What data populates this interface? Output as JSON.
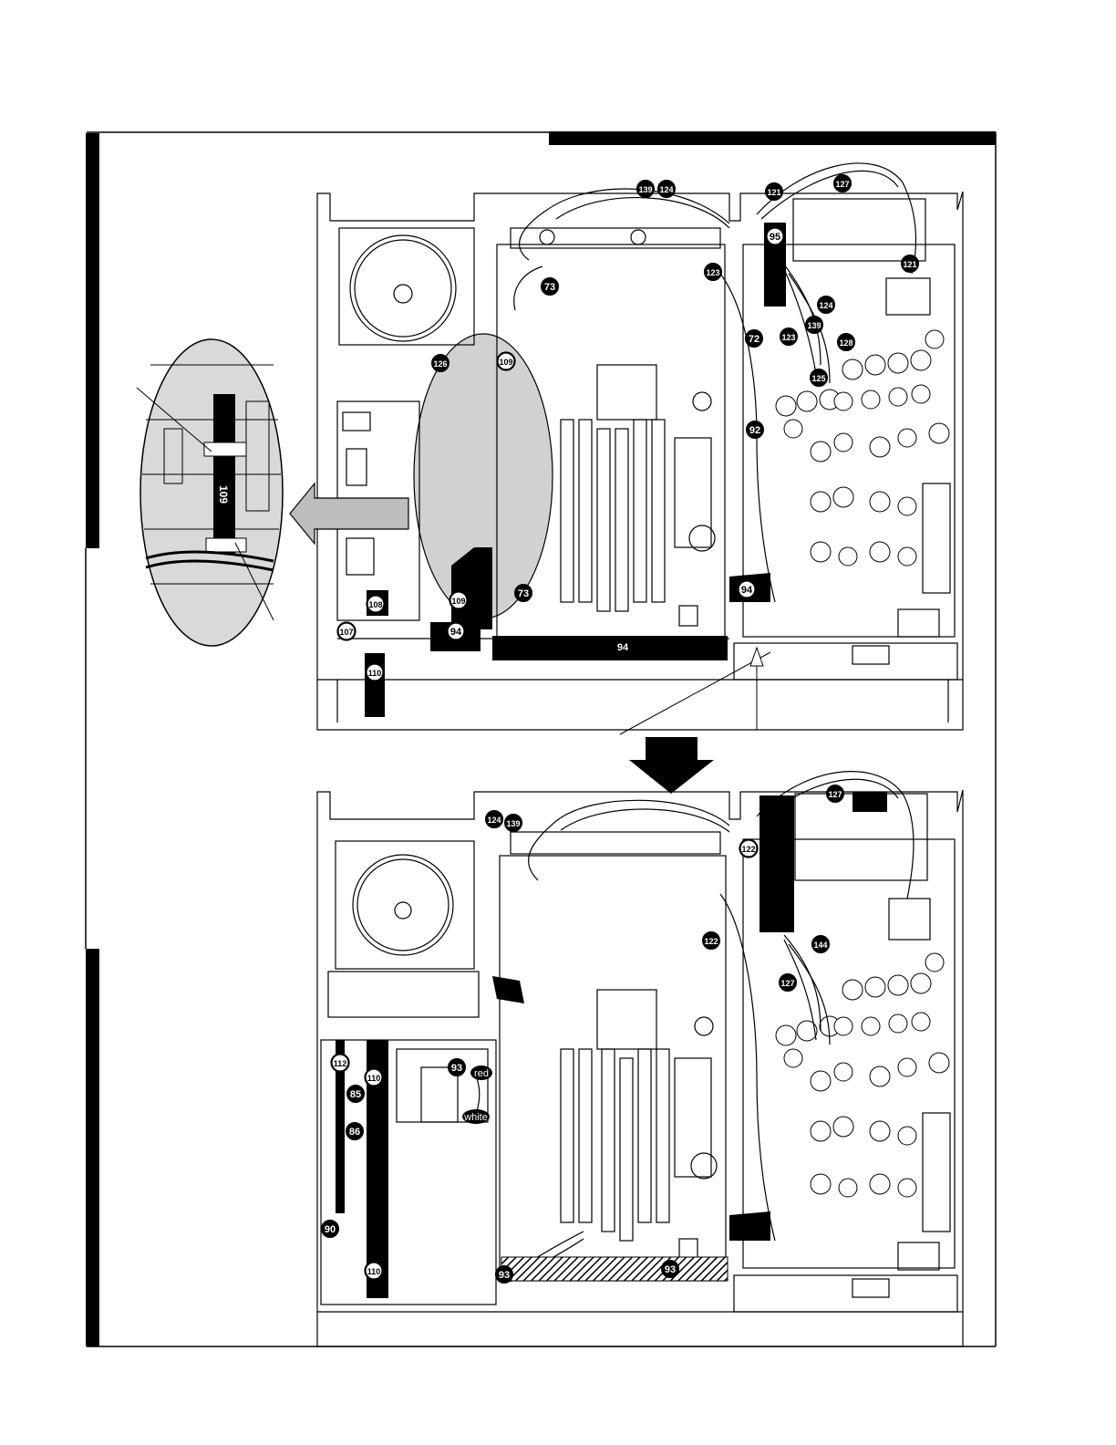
{
  "colors": {
    "ink": "#000000",
    "paper": "#ffffff",
    "shade": "#d4d4d4",
    "arrow_gray": "#bdbdbd"
  },
  "top_view": {
    "callouts": [
      {
        "id": "139",
        "style": "dark"
      },
      {
        "id": "124",
        "style": "dark"
      },
      {
        "id": "121",
        "style": "dark"
      },
      {
        "id": "127",
        "style": "dark"
      },
      {
        "id": "95",
        "style": "light"
      },
      {
        "id": "121",
        "style": "dark"
      },
      {
        "id": "123",
        "style": "dark"
      },
      {
        "id": "73",
        "style": "dark"
      },
      {
        "id": "124",
        "style": "dark"
      },
      {
        "id": "139",
        "style": "dark"
      },
      {
        "id": "123",
        "style": "dark"
      },
      {
        "id": "72",
        "style": "dark"
      },
      {
        "id": "128",
        "style": "dark"
      },
      {
        "id": "126",
        "style": "dark"
      },
      {
        "id": "109",
        "style": "light"
      },
      {
        "id": "125",
        "style": "dark"
      },
      {
        "id": "92",
        "style": "dark"
      },
      {
        "id": "94",
        "style": "light"
      },
      {
        "id": "109",
        "style": "light"
      },
      {
        "id": "73",
        "style": "dark"
      },
      {
        "id": "108",
        "style": "light"
      },
      {
        "id": "107",
        "style": "light"
      },
      {
        "id": "94",
        "style": "light"
      },
      {
        "id": "94",
        "style": "dark"
      },
      {
        "id": "110",
        "style": "light"
      }
    ],
    "detail_callout": "109"
  },
  "bottom_view": {
    "callouts": [
      {
        "id": "124",
        "style": "dark"
      },
      {
        "id": "139",
        "style": "dark"
      },
      {
        "id": "127",
        "style": "dark"
      },
      {
        "id": "122",
        "style": "light"
      },
      {
        "id": "122",
        "style": "dark"
      },
      {
        "id": "144",
        "style": "dark"
      },
      {
        "id": "127",
        "style": "dark"
      },
      {
        "id": "112",
        "style": "light"
      },
      {
        "id": "110",
        "style": "light"
      },
      {
        "id": "93",
        "style": "dark"
      },
      {
        "id": "85",
        "style": "dark"
      },
      {
        "id": "86",
        "style": "dark"
      },
      {
        "id": "90",
        "style": "dark"
      },
      {
        "id": "110",
        "style": "light"
      },
      {
        "id": "93",
        "style": "dark"
      },
      {
        "id": "93",
        "style": "dark"
      }
    ],
    "wire_labels": [
      {
        "text": "red"
      },
      {
        "text": "white"
      }
    ]
  }
}
